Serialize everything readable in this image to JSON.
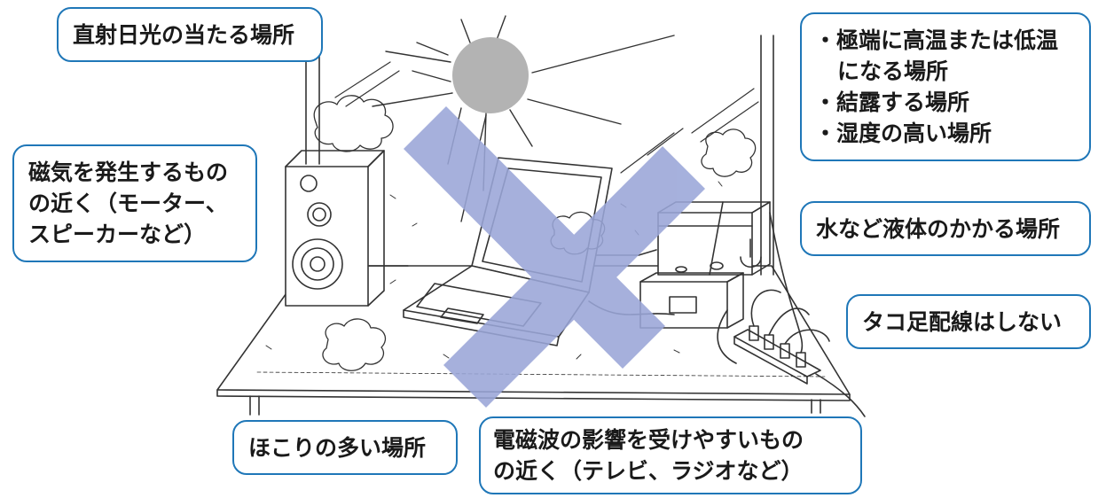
{
  "callouts": {
    "direct_sunlight": "直射日光の当たる場所",
    "temperature": {
      "line1": "・極端に高温または低温",
      "line2": "になる場所",
      "line3": "・結露する場所",
      "line4": "・湿度の高い場所"
    },
    "magnetism": {
      "line1": "磁気を発生するもの",
      "line2": "の近く（モーター、",
      "line3": "スピーカーなど）"
    },
    "liquid": "水など液体のかかる場所",
    "octopus_wiring": "タコ足配線はしない",
    "dust": "ほこりの多い場所",
    "electromagnetic": {
      "line1": "電磁波の影響を受けやすいもの",
      "line2": "の近く（テレビ、ラジオなど）"
    }
  },
  "colors": {
    "callout_border": "#1f77b8",
    "forbidden_cross": "#9aa6d8",
    "sun": "#b3b3b3",
    "line_art": "#333333"
  }
}
